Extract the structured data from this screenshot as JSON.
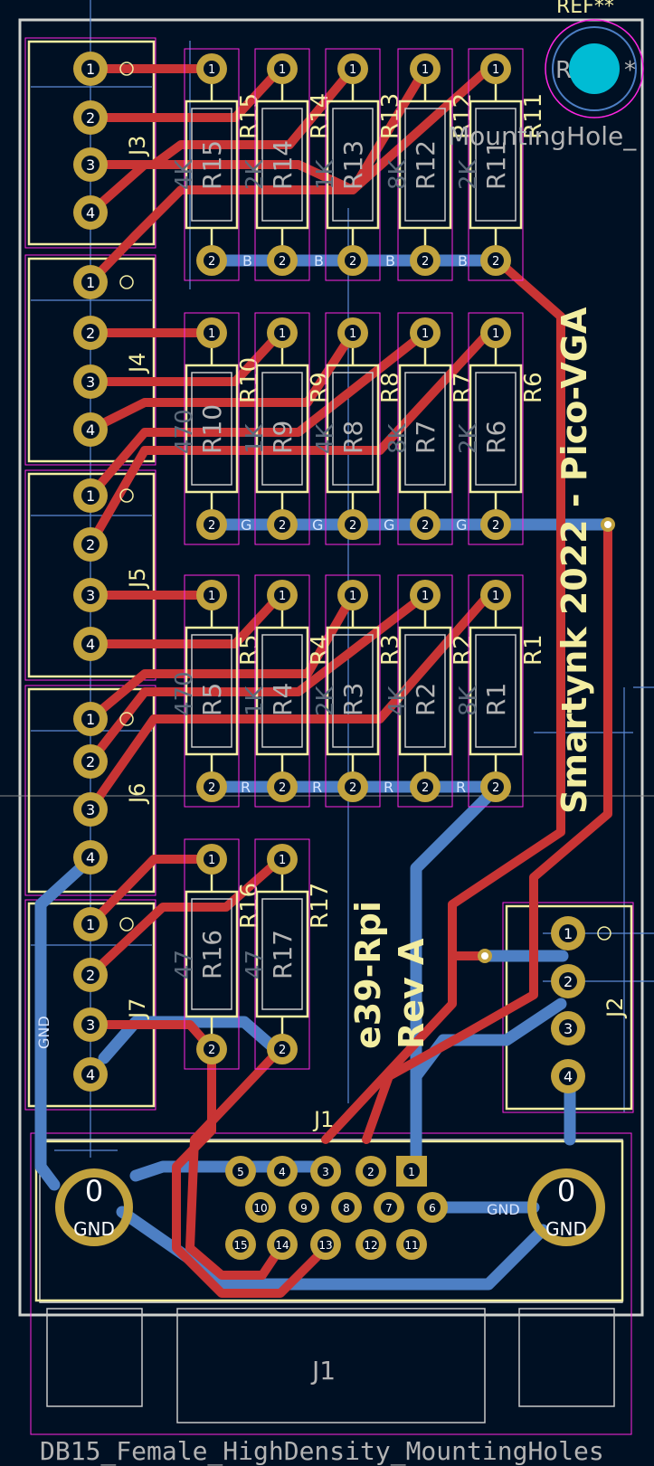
{
  "board": {
    "title": "Smartynk 2022 - Pico-VGA",
    "subtitle": "e39-Rpi",
    "revision": "Rev A",
    "footprint": "DB15_Female_HighDensity_MountingHoles",
    "ref_placeholder": "REF**",
    "mounting_hole_label": "MountingHole_",
    "mounting_hole_ref": "R",
    "mounting_hole_star": "*"
  },
  "connectors": {
    "j3": "J3",
    "j4": "J4",
    "j5": "J5",
    "j6": "J6",
    "j7": "J7",
    "j2": "J2",
    "j1": "J1",
    "j1_body": "J1"
  },
  "resistors": {
    "row1": [
      "R15",
      "R14",
      "R13",
      "R12",
      "R11"
    ],
    "row2": [
      "R10",
      "R9",
      "R8",
      "R7",
      "R6"
    ],
    "row3": [
      "R5",
      "R4",
      "R3",
      "R2",
      "R1"
    ],
    "row4": [
      "R16",
      "R17"
    ]
  },
  "resistor_values": {
    "row1": [
      "4K",
      "2K",
      "1K",
      "8K",
      "2K"
    ],
    "row2": [
      "470",
      "1K",
      "4K",
      "8K",
      "2K"
    ],
    "row3": [
      "470",
      "1K",
      "2K",
      "4K",
      "8K"
    ],
    "row4": [
      "47",
      "47"
    ]
  },
  "net_labels": {
    "blue_bus": "B",
    "green_bus": "G",
    "red_bus": "R",
    "gnd": "GND",
    "shell_pin": "0"
  },
  "pin_numbers": [
    "1",
    "2",
    "3",
    "4"
  ],
  "db15_pins": [
    "1",
    "2",
    "3",
    "4",
    "5",
    "6",
    "7",
    "8",
    "9",
    "10",
    "11",
    "12",
    "13",
    "14",
    "15"
  ],
  "colors": {
    "background": "#001023",
    "front_copper": "#c83434",
    "back_copper": "#4d7fc4",
    "silkscreen": "#f2eda1",
    "pad": "#c2a23e",
    "courtyard": "#ff26e2",
    "fab": "#c8c8c8",
    "edge_cuts": "#d0d2cd",
    "dimension": "#5c8ad6",
    "hole": "#00bcd4"
  }
}
